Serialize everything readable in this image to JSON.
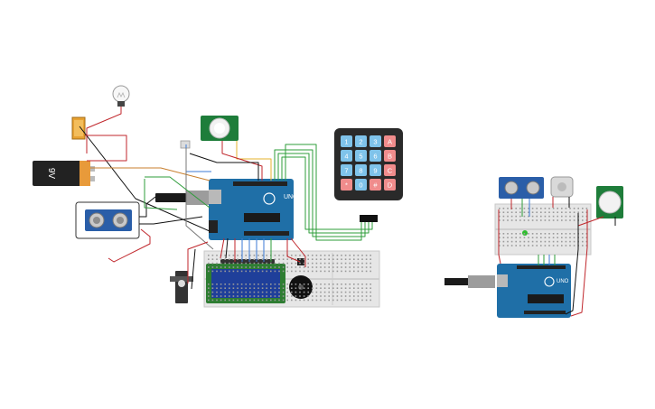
{
  "battery": {
    "label": "9V"
  },
  "arduino_left": {
    "brand": "UNO"
  },
  "arduino_right": {
    "brand": "UNO"
  },
  "keypad": {
    "keys": [
      [
        "1",
        "2",
        "3",
        "A"
      ],
      [
        "4",
        "5",
        "6",
        "B"
      ],
      [
        "7",
        "8",
        "9",
        "C"
      ],
      [
        "*",
        "0",
        "#",
        "D"
      ]
    ]
  },
  "colors": {
    "arduino_blue": "#1f6fa7",
    "breadboard": "#e6e6e6",
    "wire_red": "#c0262b",
    "wire_green": "#2e9c3a",
    "wire_blue": "#3b7ad6",
    "keypad_digit": "#7fc3ea",
    "keypad_letter": "#f08c8c",
    "lcd_screen": "#1f3f9a"
  }
}
